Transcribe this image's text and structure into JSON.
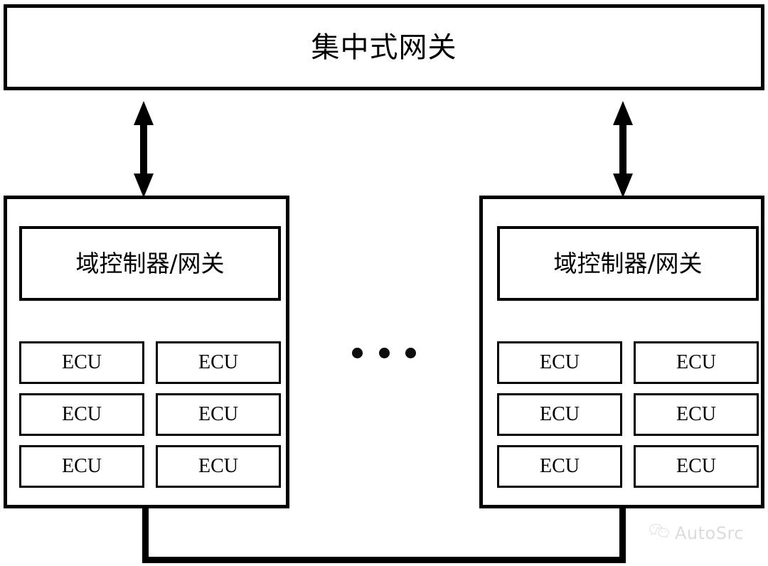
{
  "diagram": {
    "type": "block-diagram",
    "title_text": "集中式网关",
    "gateway": {
      "label": "集中式网关"
    },
    "ellipsis": {
      "symbol": "•••",
      "dot_count": 3,
      "meaning": "more domain blocks"
    },
    "connectors": {
      "left_arrow_name": "bidirectional-arrow",
      "right_arrow_name": "bidirectional-arrow",
      "bus_name": "bottom-bus-link"
    },
    "domain_blocks": [
      {
        "id": "left",
        "controller_label": "域控制器/网关",
        "ecus": [
          {
            "label": "ECU"
          },
          {
            "label": "ECU"
          },
          {
            "label": "ECU"
          },
          {
            "label": "ECU"
          },
          {
            "label": "ECU"
          },
          {
            "label": "ECU"
          }
        ]
      },
      {
        "id": "right",
        "controller_label": "域控制器/网关",
        "ecus": [
          {
            "label": "ECU"
          },
          {
            "label": "ECU"
          },
          {
            "label": "ECU"
          },
          {
            "label": "ECU"
          },
          {
            "label": "ECU"
          },
          {
            "label": "ECU"
          }
        ]
      }
    ],
    "colors": {
      "stroke": "#000000",
      "fill": "#ffffff",
      "watermark": "#8c8c8c"
    }
  },
  "watermark": {
    "text": "AutoSrc",
    "icon": "wechat-icon"
  }
}
